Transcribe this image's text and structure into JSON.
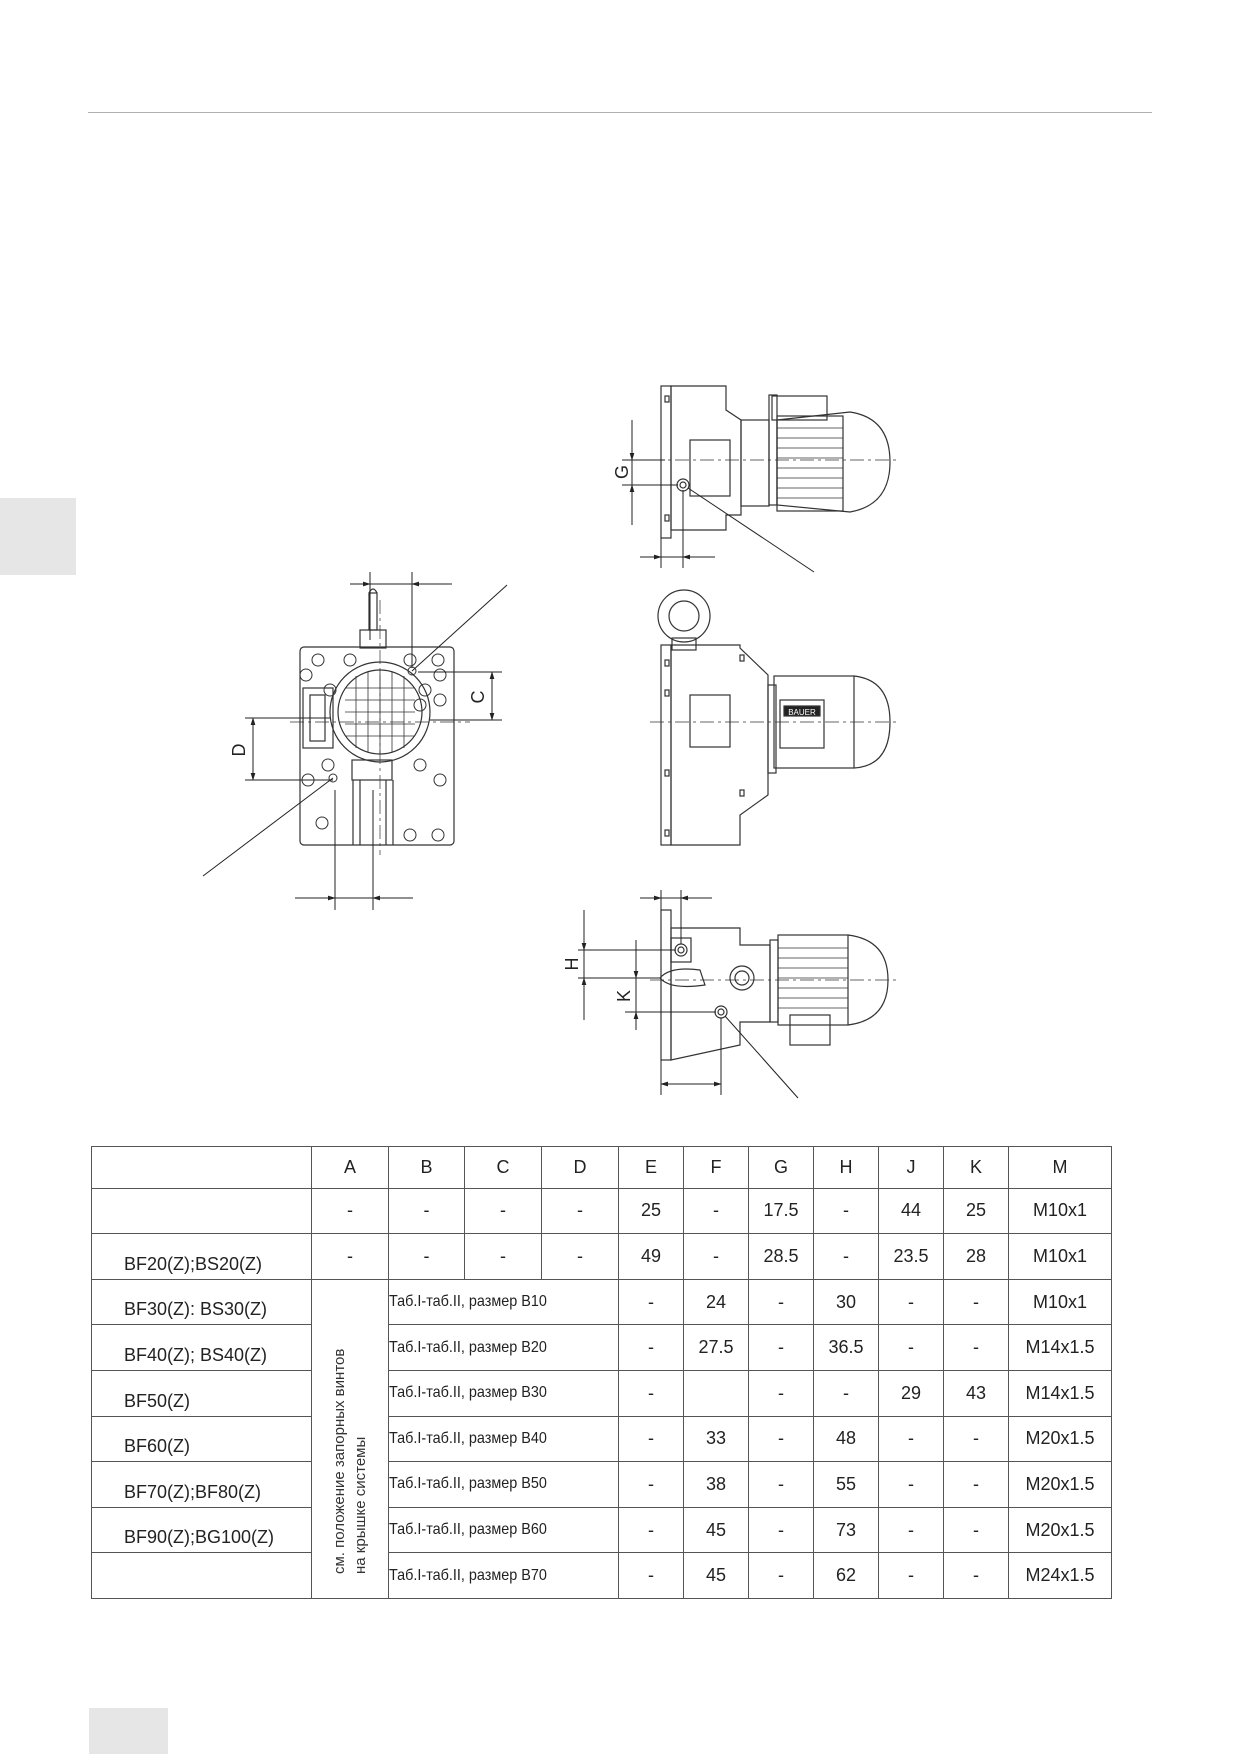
{
  "drawings": {
    "front_view": {
      "label_C": "C",
      "label_D": "D"
    },
    "top_side_view": {
      "label_G": "G"
    },
    "middle_side_view": {
      "badge": "BAUER"
    },
    "bottom_side_view": {
      "label_H": "H",
      "label_K": "K"
    }
  },
  "table": {
    "headers": [
      "",
      "A",
      "B",
      "C",
      "D",
      "E",
      "F",
      "G",
      "H",
      "J",
      "K",
      "M"
    ],
    "row1": [
      "",
      "-",
      "-",
      "-",
      "-",
      "25",
      "-",
      "17.5",
      "-",
      "44",
      "25",
      "M10x1"
    ],
    "row2": [
      "BF20(Z);BS20(Z)",
      "-",
      "-",
      "-",
      "-",
      "49",
      "-",
      "28.5",
      "-",
      "23.5",
      "28",
      "M10x1"
    ],
    "note": {
      "line1": "см. положение запорных винтов",
      "line2": "на крышке системы"
    },
    "rows": [
      {
        "model": "BF30(Z): BS30(Z)",
        "ref": "Таб.I-таб.II, размер B10",
        "E": "-",
        "F": "24",
        "G": "-",
        "H": "30",
        "J": "-",
        "K": "-",
        "M": "M10x1"
      },
      {
        "model": "BF40(Z); BS40(Z)",
        "ref": "Таб.I-таб.II, размер B20",
        "E": "-",
        "F": "27.5",
        "G": "-",
        "H": "36.5",
        "J": "-",
        "K": "-",
        "M": "M14x1.5"
      },
      {
        "model": "BF50(Z)",
        "ref": "Таб.I-таб.II, размер B30",
        "E": "-",
        "F": "",
        "G": "-",
        "H": "-",
        "J": "29",
        "K": "43",
        "M": "M14x1.5"
      },
      {
        "model": "BF60(Z)",
        "ref": "Таб.I-таб.II, размер B40",
        "E": "-",
        "F": "33",
        "G": "-",
        "H": "48",
        "J": "-",
        "K": "-",
        "M": "M20x1.5"
      },
      {
        "model": "BF70(Z);BF80(Z)",
        "ref": "Таб.I-таб.II, размер B50",
        "E": "-",
        "F": "38",
        "G": "-",
        "H": "55",
        "J": "-",
        "K": "-",
        "M": "M20x1.5"
      },
      {
        "model": "BF90(Z);BG100(Z)",
        "ref": "Таб.I-таб.II, размер B60",
        "E": "-",
        "F": "45",
        "G": "-",
        "H": "73",
        "J": "-",
        "K": "-",
        "M": "M20x1.5"
      },
      {
        "model": "",
        "ref": "Таб.I-таб.II, размер B70",
        "E": "-",
        "F": "45",
        "G": "-",
        "H": "62",
        "J": "-",
        "K": "-",
        "M": "M24x1.5"
      }
    ]
  }
}
